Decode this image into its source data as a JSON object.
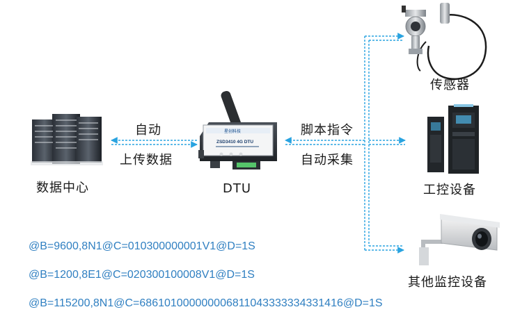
{
  "nodes": {
    "data_center": "数据中心",
    "dtu": "DTU",
    "sensor": "传感器",
    "industrial_control": "工控设备",
    "monitoring": "其他监控设备"
  },
  "links": {
    "auto": "自动",
    "upload": "上传数据",
    "script_command": "脚本指令",
    "auto_collect": "自动采集"
  },
  "device": {
    "model_text": "ZSD3410 4G DTU",
    "brand_text": "星创科技"
  },
  "commands": [
    "@B=9600,8N1@C=010300000001V1@D=1S",
    "@B=1200,8E1@C=020300100008V1@D=1S",
    "@B=115200,8N1@C=686101000000006811043333334331416@D=1S"
  ],
  "colors": {
    "arrow": "#29a3e0",
    "command_text": "#2f7fc1",
    "label_text": "#1a1a1a"
  },
  "icons": [
    "server-rack-icon",
    "dtu-device-icon",
    "pressure-transmitter-icon",
    "plc-cabinet-icon",
    "security-camera-icon"
  ]
}
